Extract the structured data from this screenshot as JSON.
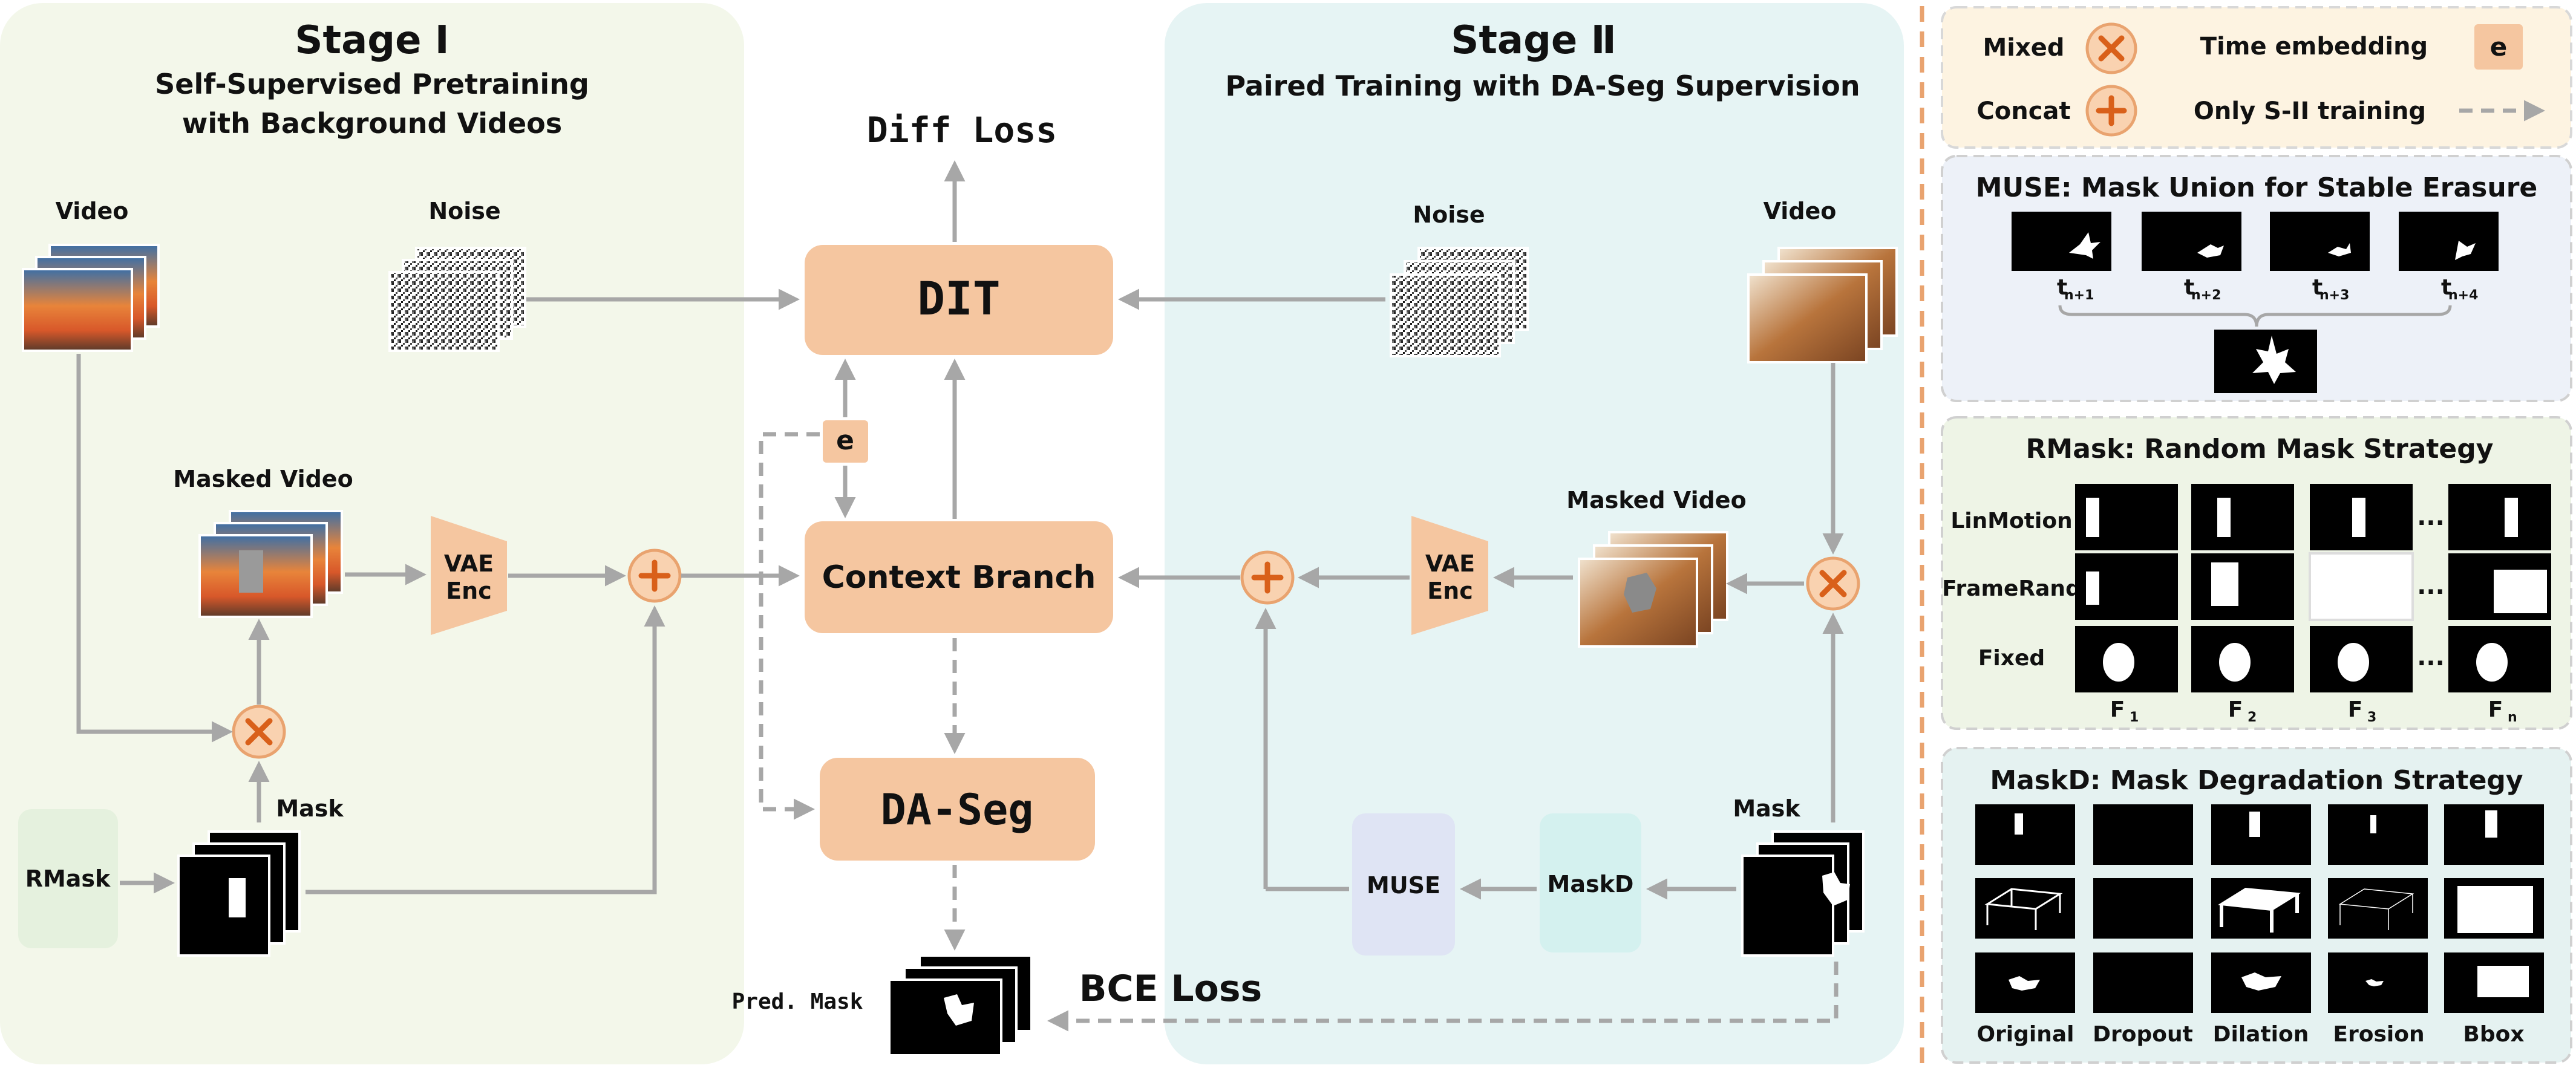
{
  "stage1": {
    "title": "Stage Ⅰ",
    "subtitle_line1": "Self-Supervised Pretraining",
    "subtitle_line2": "with Background Videos",
    "video_label": "Video",
    "noise_label": "Noise",
    "masked_video_label": "Masked Video",
    "vae_line1": "VAE",
    "vae_line2": "Enc",
    "mask_label": "Mask",
    "rmask_label": "RMask"
  },
  "center": {
    "diff_loss": "Diff Loss",
    "dit": "DIT",
    "time_embed": "e",
    "context_branch": "Context Branch",
    "daseg": "DA-Seg",
    "pred_mask": "Pred. Mask",
    "bce_loss": "BCE Loss"
  },
  "stage2": {
    "title": "Stage Ⅱ",
    "subtitle": "Paired Training with DA-Seg Supervision",
    "noise_label": "Noise",
    "video_label": "Video",
    "masked_video_label": "Masked Video",
    "vae_line1": "VAE",
    "vae_line2": "Enc",
    "mask_label": "Mask",
    "maskd_label": "MaskD",
    "muse_label": "MUSE"
  },
  "legend": {
    "mixed": "Mixed",
    "concat": "Concat",
    "time_embedding": "Time embedding",
    "time_symbol": "e",
    "only_s2": "Only S-II training"
  },
  "muse_panel": {
    "title": "MUSE: Mask Union for Stable Erasure",
    "frames": [
      "t",
      "t",
      "t",
      "t"
    ],
    "subs": [
      "n+1",
      "n+2",
      "n+3",
      "n+4"
    ]
  },
  "rmask_panel": {
    "title": "RMask: Random Mask Strategy",
    "rows": [
      "LinMotion",
      "FrameRand",
      "Fixed"
    ],
    "ellipsis": "...",
    "cols": [
      "F",
      "F",
      "F",
      "F"
    ],
    "col_subs": [
      "1",
      "2",
      "3",
      "n"
    ]
  },
  "maskd_panel": {
    "title": "MaskD: Mask Degradation Strategy",
    "cols": [
      "Original",
      "Dropout",
      "Dilation",
      "Erosion",
      "Bbox"
    ]
  },
  "colors": {
    "stage1_bg": "#f3f7ea",
    "stage2_bg": "#e6f4f4",
    "block": "#f5c6a0",
    "op_fill": "#f9d2b0",
    "op_stroke": "#e9a36f",
    "op_symbol": "#d9601a",
    "arrow": "#a7a7a7",
    "legend_bg": "#fdf3e1",
    "muse_bg": "#edf1f8",
    "rmask_bg": "#eef4e6",
    "maskd_bg": "#e5f2f1",
    "rmask_box": "#e5f1de",
    "maskd_box": "#d4f1ef",
    "muse_box": "#dfe4f4",
    "divider": "#e9a36f"
  }
}
